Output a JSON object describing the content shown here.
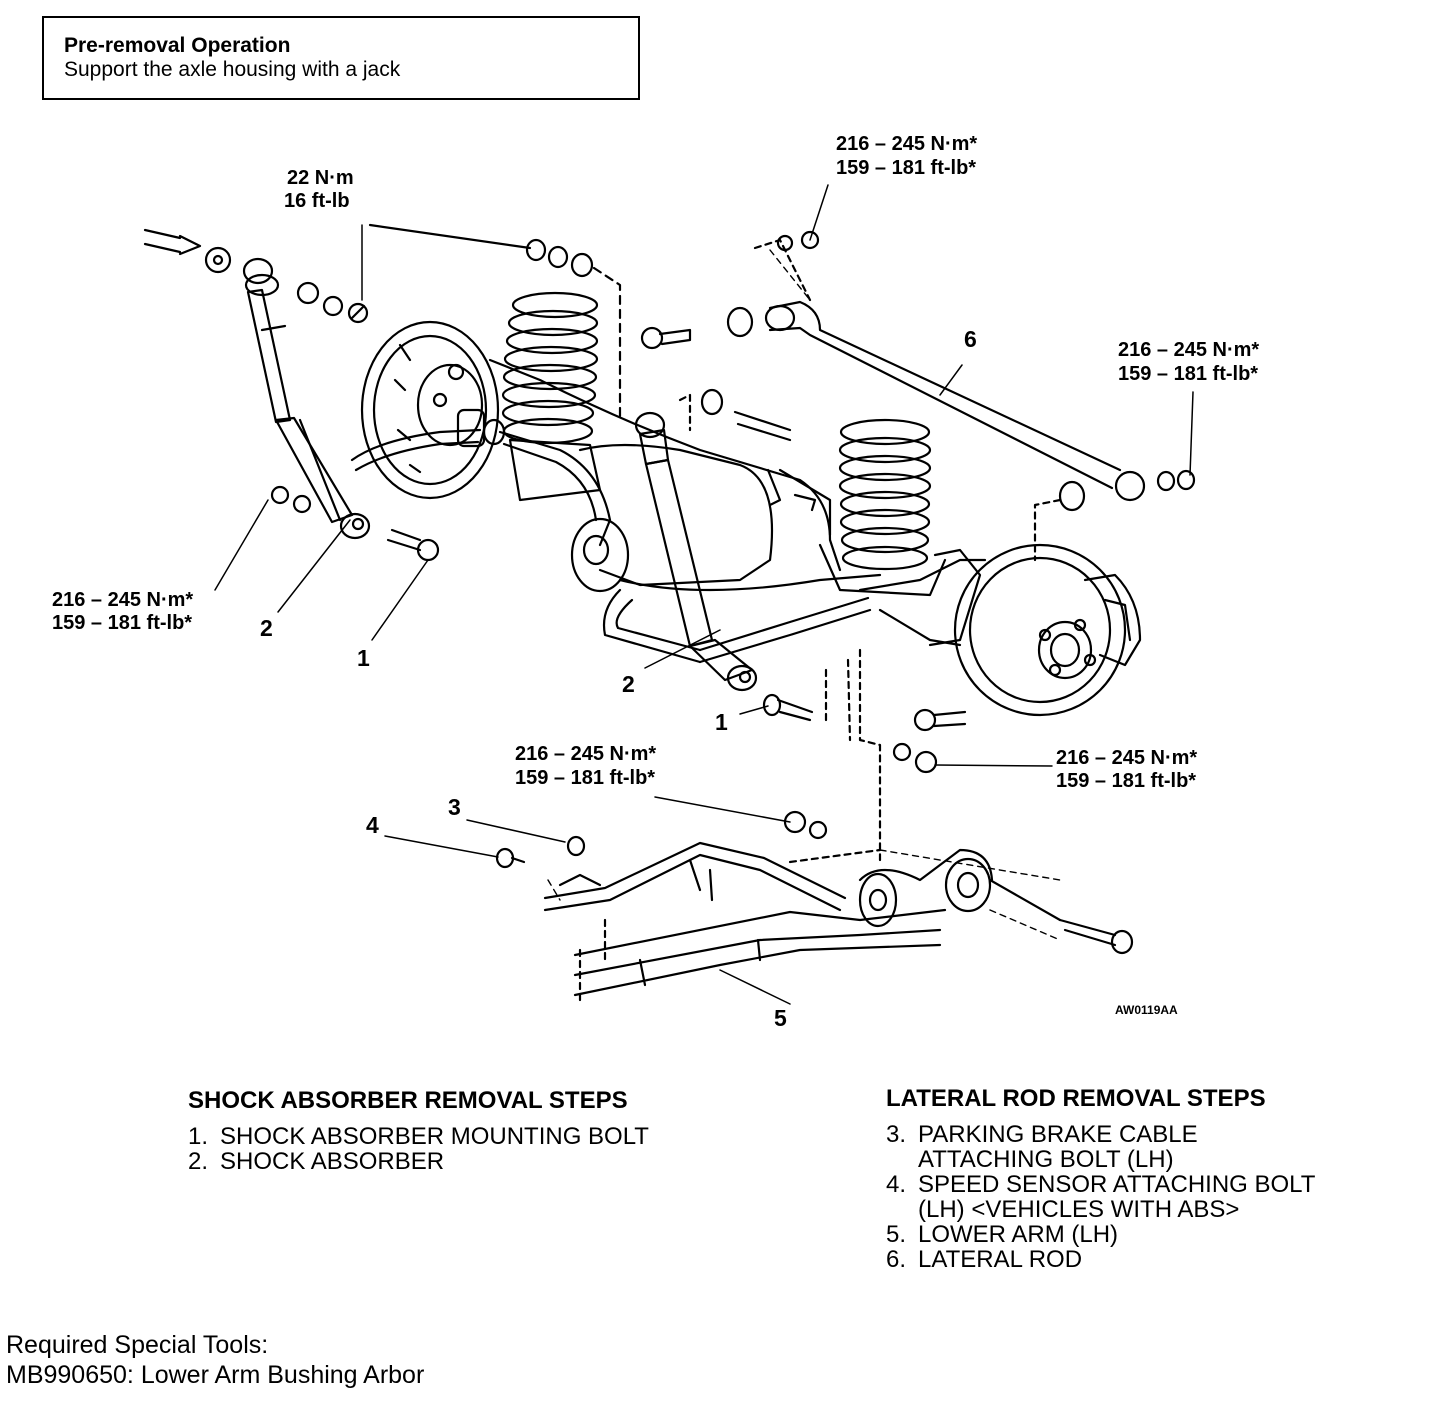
{
  "pre_removal": {
    "title": "Pre-removal Operation",
    "text": "Support the axle housing with a jack"
  },
  "callouts": {
    "torque_22": {
      "nm": "22 N·m",
      "ftlb": "16 ft-lb"
    },
    "torque_top_right": {
      "nm": "216 – 245 N·m*",
      "ftlb": "159 – 181 ft-lb*"
    },
    "torque_right": {
      "nm": "216 – 245 N·m*",
      "ftlb": "159 – 181 ft-lb*"
    },
    "torque_left": {
      "nm": "216 – 245 N·m*",
      "ftlb": "159 – 181 ft-lb*"
    },
    "torque_center": {
      "nm": "216 – 245 N·m*",
      "ftlb": "159 – 181 ft-lb*"
    },
    "torque_lower_right": {
      "nm": "216 – 245 N·m*",
      "ftlb": "159 – 181 ft-lb*"
    },
    "numbers": {
      "n6": "6",
      "n2_left": "2",
      "n1_left": "1",
      "n2_center": "2",
      "n1_center": "1",
      "n3": "3",
      "n4": "4",
      "n5": "5"
    }
  },
  "figure_code": "AW0119AA",
  "shock_steps": {
    "title": "SHOCK ABSORBER REMOVAL STEPS",
    "items": [
      {
        "num": "1.",
        "text": "SHOCK ABSORBER MOUNTING BOLT"
      },
      {
        "num": "2.",
        "text": "SHOCK ABSORBER"
      }
    ]
  },
  "lateral_steps": {
    "title": "LATERAL ROD REMOVAL STEPS",
    "items": [
      {
        "num": "3.",
        "text": "PARKING BRAKE CABLE ATTACHING BOLT (LH)"
      },
      {
        "num": "4.",
        "text": "SPEED SENSOR ATTACHING BOLT (LH) <VEHICLES WITH ABS>"
      },
      {
        "num": "5.",
        "text": "LOWER ARM (LH)"
      },
      {
        "num": "6.",
        "text": "LATERAL ROD"
      }
    ]
  },
  "tools": {
    "heading": "Required Special Tools:",
    "item": "MB990650: Lower Arm Bushing Arbor"
  }
}
